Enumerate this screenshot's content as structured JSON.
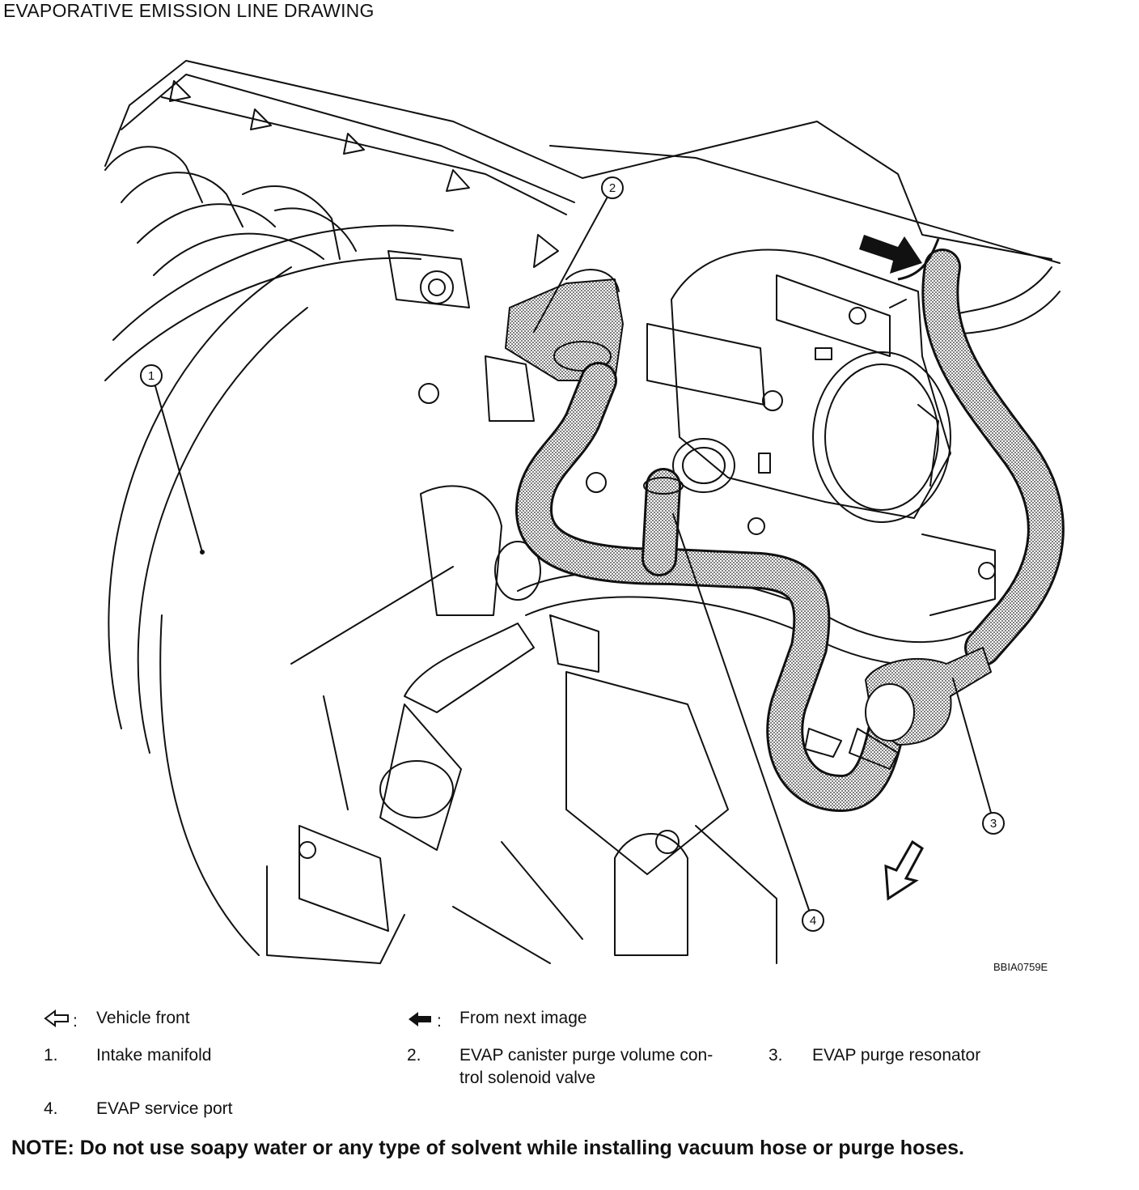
{
  "title": "EVAPORATIVE EMISSION LINE DRAWING",
  "figure_code": "BBIA0759E",
  "callouts": [
    "1",
    "2",
    "3",
    "4"
  ],
  "legend": {
    "vehicle_front_symbol": ":",
    "vehicle_front": "Vehicle front",
    "from_next_symbol": ":",
    "from_next": "From next image",
    "items": [
      {
        "num": "1.",
        "text": "Intake manifold"
      },
      {
        "num": "2.",
        "text_line1": "EVAP canister purge volume con-",
        "text_line2": "trol solenoid valve"
      },
      {
        "num": "3.",
        "text": "EVAP purge resonator"
      },
      {
        "num": "4.",
        "text": "EVAP service port"
      }
    ]
  },
  "note": "NOTE: Do not use soapy water or any type of solvent while installing vacuum hose or purge hoses.",
  "colors": {
    "line": "#111111",
    "hose_fill": "#9a9a9a",
    "background": "#ffffff"
  }
}
